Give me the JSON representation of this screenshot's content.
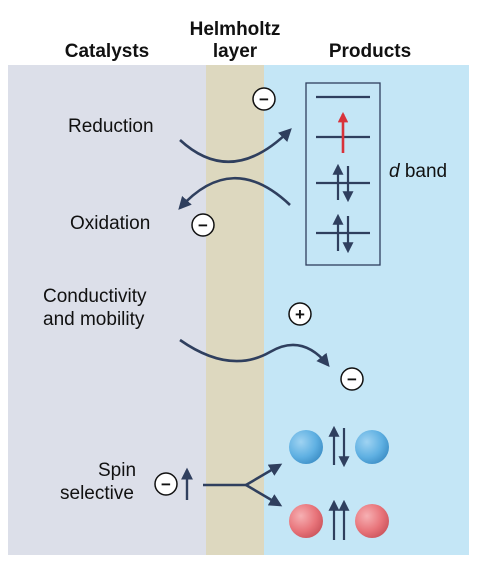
{
  "headers": {
    "catalysts": "Catalysts",
    "helmholtz_line1": "Helmholtz",
    "helmholtz_line2": "layer",
    "products": "Products"
  },
  "labels": {
    "reduction": "Reduction",
    "oxidation": "Oxidation",
    "conductivity_line1": "Conductivity",
    "conductivity_line2": "and mobility",
    "spin_line1": "Spin",
    "spin_line2": "selective",
    "d_band_italic": "d",
    "d_band_rest": " band"
  },
  "charges": {
    "minus": "−",
    "plus": "+"
  },
  "colors": {
    "catalyst_region": "#dcdfe9",
    "helmholtz_region": "#ddd8bf",
    "products_region": "#c4e6f6",
    "arrow": "#2f3f5e",
    "spin_up_electron": "#d8323a",
    "blue_sphere": "#5fb0e2",
    "red_sphere": "#e8747a"
  }
}
